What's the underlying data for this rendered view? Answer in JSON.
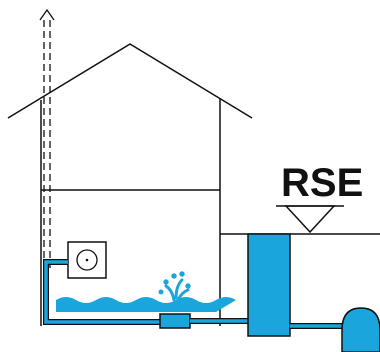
{
  "label": "RSE",
  "colors": {
    "line": "#111111",
    "pipe": "#1aa6dd",
    "water": "#1aa6dd",
    "background": "#ffffff"
  },
  "components": [
    {
      "name": "vent-pipe",
      "icon": "dashed-up-arrow"
    },
    {
      "name": "house",
      "icon": "house-outline"
    },
    {
      "name": "pump-box",
      "icon": "circle-in-box"
    },
    {
      "name": "water-pool",
      "icon": "waves"
    },
    {
      "name": "fountain",
      "icon": "water-spray"
    },
    {
      "name": "underground-pipe",
      "icon": "pipe"
    },
    {
      "name": "tank",
      "icon": "rectangle"
    },
    {
      "name": "water-level-marker",
      "icon": "down-triangle"
    },
    {
      "name": "hydrant",
      "icon": "dome"
    }
  ]
}
